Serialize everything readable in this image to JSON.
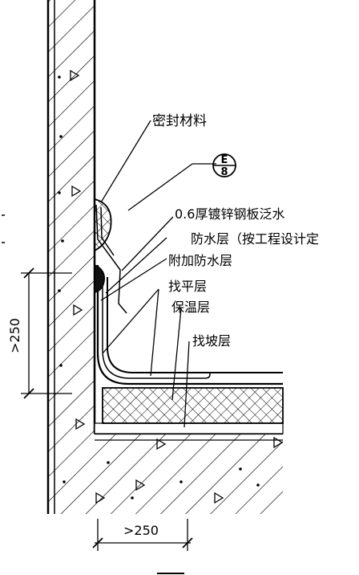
{
  "labels": {
    "sealant": "密封材料",
    "flashing": "0.6厚镀锌钢板泛水",
    "waterproof_layer": "防水层（按工程设计定",
    "additional_waterproof": "附加防水层",
    "leveling_layer": "找平层",
    "insulation_layer": "保温层",
    "slope_layer": "找坡层"
  },
  "detail_ref": {
    "top": "E",
    "bottom": "8"
  },
  "dimensions": {
    "vertical": ">250",
    "horizontal": ">250"
  }
}
